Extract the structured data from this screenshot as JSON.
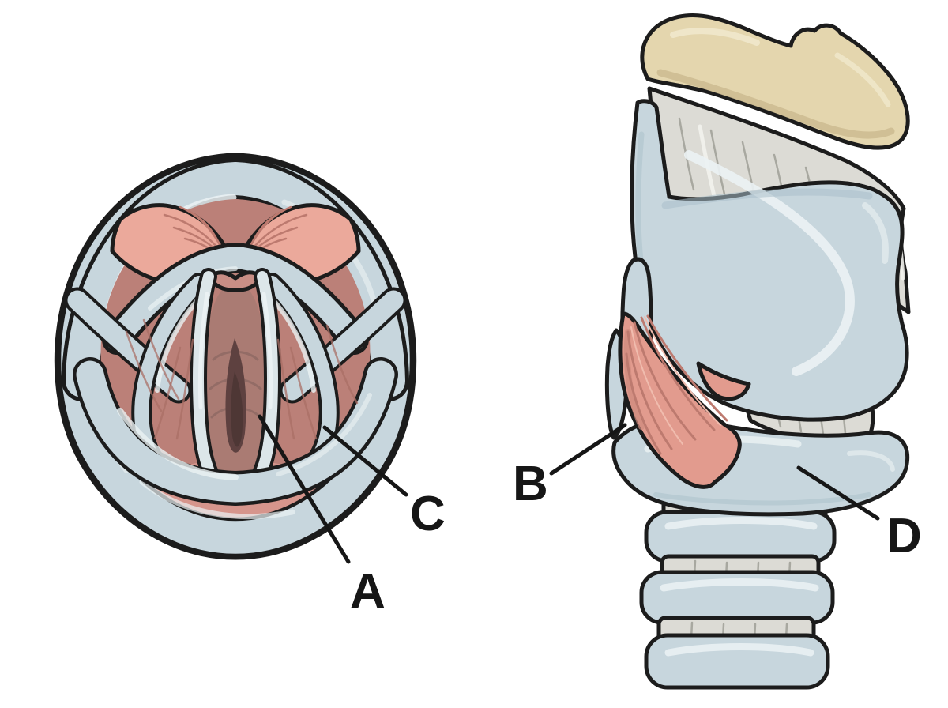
{
  "figure": {
    "labels": {
      "a": "A",
      "b": "B",
      "c": "C",
      "d": "D"
    }
  },
  "palette": {
    "bg": "#ffffff",
    "outline": "#1c1c1c",
    "cartilage": "#c7d6dd",
    "cartilageShade": "#a9bfca",
    "cartilageHighlight": "#ebf2f4",
    "cordLight": "#dce6e9",
    "membraneGray": "#dcdbd5",
    "membraneStreak": "#a8a8a0",
    "hyoidTan": "#e4d6ae",
    "hyoidShade": "#cdbc92",
    "hyoidHighlight": "#f0e8cc",
    "muscle": "#e29b8e",
    "muscleShade": "#cf8a7d",
    "muscleStriation": "#bd7a6f",
    "muscleHighlight": "#f0bcae",
    "fanMuscle": "#eba99b",
    "mucosaPink": "#d6958c",
    "mucosaDusky": "#bb8078",
    "mucosaInner": "#aa7b73",
    "mucosaStriation": "#a96f66",
    "mucosaLip": "#c98e85",
    "glottisDark": "#5e4140",
    "glottisCore": "#4e3735",
    "arcLine": "#8f6a64",
    "labelInk": "#161616"
  }
}
